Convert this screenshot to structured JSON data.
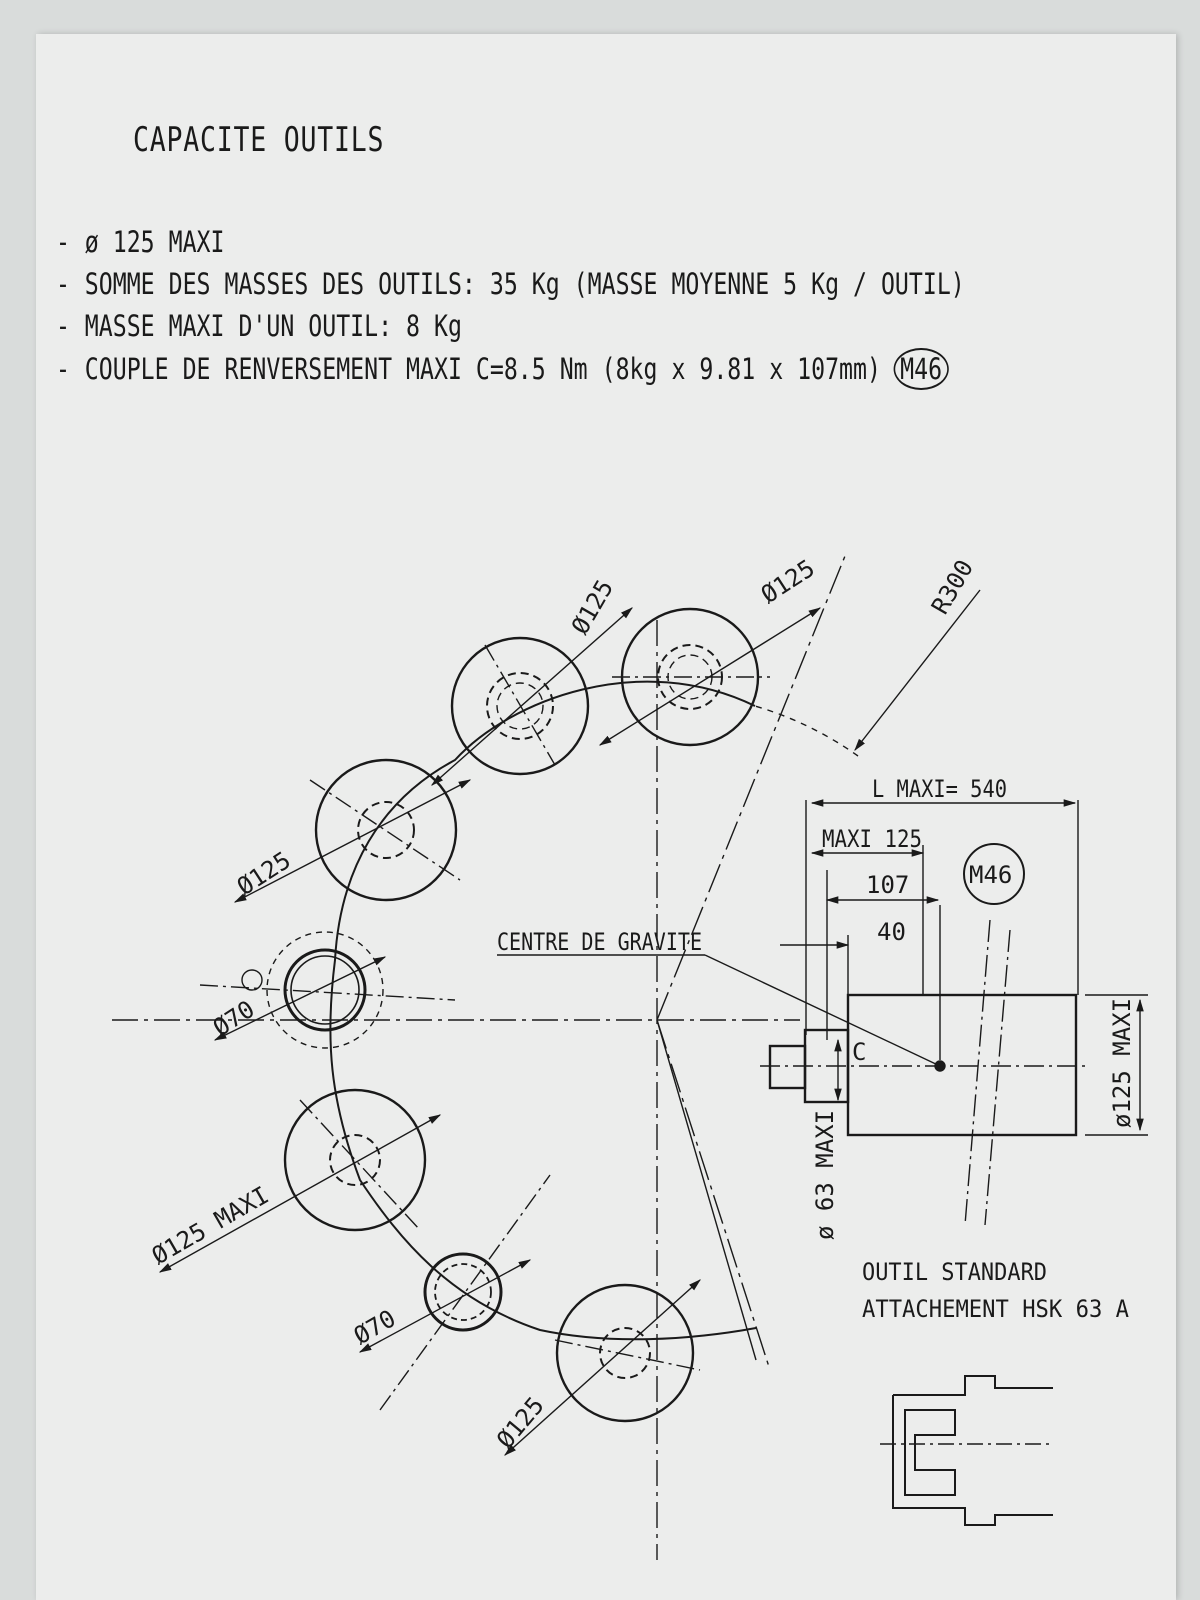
{
  "title": "CAPACITE OUTILS",
  "specs": [
    "ø 125 MAXI",
    "SOMME DES MASSES DES OUTILS: 35 Kg (MASSE MOYENNE 5 Kg / OUTIL)",
    "MASSE MAXI D'UN OUTIL: 8 Kg",
    "COUPLE DE RENVERSEMENT MAXI C=8.5 Nm (8kg x 9.81 x 107mm)"
  ],
  "spec_badge": "M46",
  "magazine": {
    "radius_label": "R300",
    "centre_label": "CENTRE DE GRAVITE",
    "labels": {
      "top_right": "Ø125",
      "top_mid": "Ø125",
      "left_upper": "Ø125",
      "left_small": "Ø70",
      "left_lower": "Ø125 MAXI",
      "bottom_small": "Ø70",
      "bottom": "Ø125"
    }
  },
  "tool": {
    "l_maxi": "L MAXI= 540",
    "maxi_125": "MAXI 125",
    "dim_107": "107",
    "dim_40": "40",
    "badge": "M46",
    "c_label": "C",
    "d63": "ø 63 MAXI",
    "d125": "ø125 MAXI",
    "caption_1": "OUTIL STANDARD",
    "caption_2": "ATTACHEMENT HSK 63 A"
  }
}
